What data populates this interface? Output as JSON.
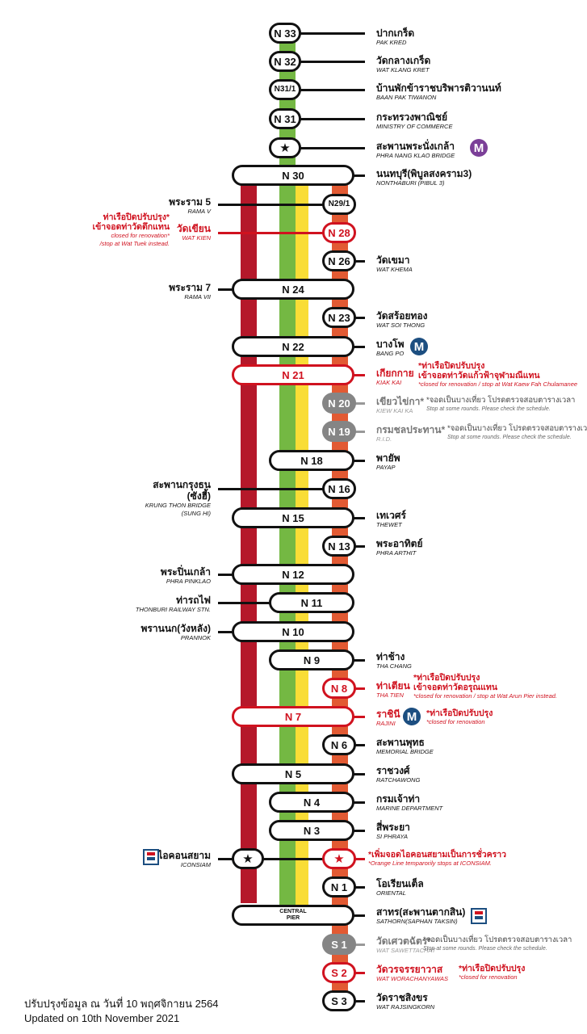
{
  "stations": {
    "n33": {
      "code": "N 33",
      "th": "ปากเกร็ด",
      "en": "PAK KRED"
    },
    "n32": {
      "code": "N 32",
      "th": "วัดกลางเกร็ด",
      "en": "WAT KLANG KRET"
    },
    "n31_1": {
      "code": "N31/1",
      "th": "บ้านพักข้าราชบริพารติวานนท์",
      "en": "BAAN PAK TIWANON"
    },
    "n31": {
      "code": "N 31",
      "th": "กระทรวงพาณิชย์",
      "en": "MINISTRY OF COMMERCE"
    },
    "phra_nang_klao": {
      "th": "สะพานพระนั่งเกล้า",
      "en": "PHRA NANG KLAO BRIDGE",
      "mrt": "M",
      "mrt_color": "#7b3f98"
    },
    "n30": {
      "code": "N 30",
      "th": "นนทบุรี(พิบูลสงคราม3)",
      "en": "NONTHABURI (PIBUL 3)"
    },
    "n29_1": {
      "code": "N29/1",
      "th": "พระราม 5",
      "en": "RAMA V"
    },
    "n28": {
      "code": "N 28",
      "th": "วัดเขียน",
      "en": "WAT KIEN",
      "note_th1": "ท่าเรือปิดปรับปรุง*",
      "note_th2": "เข้าจอดท่าวัดตึกแทน",
      "note_en1": "closed for renovation*",
      "note_en2": "/stop at Wat Tuek instead."
    },
    "n26": {
      "code": "N 26",
      "th": "วัดเขมา",
      "en": "WAT KHEMA"
    },
    "n24": {
      "code": "N 24",
      "th": "พระราม 7",
      "en": "RAMA VII"
    },
    "n23": {
      "code": "N 23",
      "th": "วัดสร้อยทอง",
      "en": "WAT SOI THONG"
    },
    "n22": {
      "code": "N 22",
      "th": "บางโพ",
      "en": "BANG PO",
      "mrt": "M",
      "mrt_color": "#1c4e80"
    },
    "n21": {
      "code": "N 21",
      "th": "เกียกกาย",
      "en": "KIAK KAI",
      "note_th1": "*ท่าเรือปิดปรับปรุง",
      "note_th2": "เข้าจอดท่าวัดแก้วฟ้าจุฬามณีแทน",
      "note_en": "*closed for renovation / stop at Wat Kaew Fah Chulamanee"
    },
    "n20": {
      "code": "N 20",
      "th": "เขียวไข่กา*",
      "en": "KIEW KAI KA",
      "note_th": "*จอดเป็นบางเที่ยว โปรดตรวจสอบตารางเวลา",
      "note_en": "Stop at some rounds. Please check the schedule."
    },
    "n19": {
      "code": "N 19",
      "th": "กรมชลประทาน*",
      "en": "R.I.D.",
      "note_th": "*จอดเป็นบางเที่ยว โปรดตรวจสอบตารางเวลา",
      "note_en": "Stop at some rounds. Please check the schedule."
    },
    "n18": {
      "code": "N 18",
      "th": "พายัพ",
      "en": "PAYAP"
    },
    "n16": {
      "code": "N 16",
      "th1": "สะพานกรุงธน",
      "th2": "(ซังฮี้)",
      "en1": "KRUNG THON BRIDGE",
      "en2": "(SUNG HI)"
    },
    "n15": {
      "code": "N 15",
      "th": "เทเวศร์",
      "en": "THEWET"
    },
    "n13": {
      "code": "N 13",
      "th": "พระอาทิตย์",
      "en": "PHRA ARTHIT"
    },
    "n12": {
      "code": "N 12",
      "th": "พระปิ่นเกล้า",
      "en": "PHRA PINKLAO"
    },
    "n11": {
      "code": "N 11",
      "th": "ท่ารถไฟ",
      "en": "THONBURI RAILWAY STN."
    },
    "n10": {
      "code": "N 10",
      "th": "พรานนก(วังหลัง)",
      "en": "PRANNOK"
    },
    "n9": {
      "code": "N 9",
      "th": "ท่าช้าง",
      "en": "THA CHANG"
    },
    "n8": {
      "code": "N 8",
      "th": "ท่าเตียน",
      "en": "THA TIEN",
      "note_th1": "*ท่าเรือปิดปรับปรุง",
      "note_th2": "เข้าจอดท่าวัดอรุณแทน",
      "note_en": "*closed for renovation / stop at Wat Arun Pier instead."
    },
    "n7": {
      "code": "N 7",
      "th": "ราชินี",
      "en": "RAJINI",
      "mrt": "M",
      "mrt_color": "#1c4e80",
      "note_th": "*ท่าเรือปิดปรับปรุง",
      "note_en": "*closed for renovation"
    },
    "n6": {
      "code": "N 6",
      "th": "สะพานพุทธ",
      "en": "MEMORIAL BRIDGE"
    },
    "n5": {
      "code": "N 5",
      "th": "ราชวงศ์",
      "en": "RATCHAWONG"
    },
    "n4": {
      "code": "N 4",
      "th": "กรมเจ้าท่า",
      "en": "MARINE DEPARTMENT"
    },
    "n3": {
      "code": "N 3",
      "th": "สี่พระยา",
      "en": "SI PHRAYA"
    },
    "iconsiam": {
      "th": "ไอคอนสยาม",
      "en": "ICONSIAM",
      "note_th": "*เพิ่มจอดไอคอนสยามเป็นการชั่วคราว",
      "note_en": "*Orange Line temparorily stops at ICONSIAM."
    },
    "n1": {
      "code": "N 1",
      "th": "โอเรียนเต็ล",
      "en": "ORIENTAL"
    },
    "central": {
      "code1": "CENTRAL",
      "code2": "PIER",
      "th": "สาทร(สะพานตากสิน)",
      "en": "SATHORN(SAPHAN TAKSIN)"
    },
    "s1": {
      "code": "S 1",
      "th": "วัดเศวตฉัตร*",
      "en": "WAT SAWETTACHAT",
      "note_th": "*จอดเป็นบางเที่ยว โปรดตรวจสอบตารางเวลา",
      "note_en": "Stop at some rounds. Please check the schedule."
    },
    "s2": {
      "code": "S 2",
      "th": "วัดวรจรรยาวาส",
      "en": "WAT WORACHANYAWAS",
      "note_th": "*ท่าเรือปิดปรับปรุง",
      "note_en": "*closed for renovation"
    },
    "s3": {
      "code": "S 3",
      "th": "วัดราชสิงขร",
      "en": "WAT RAJSINGKORN"
    }
  },
  "line_colors": {
    "red": "#b5182a",
    "green": "#74b843",
    "yellow": "#f9dd36",
    "orange": "#e25a33",
    "alert": "#d0121f",
    "gray": "#858585"
  },
  "footer": {
    "th": "ปรับปรุงข้อมูล ณ วันที่ 10 พฤศจิกายน 2564",
    "en": "Updated on 10th November 2021"
  }
}
